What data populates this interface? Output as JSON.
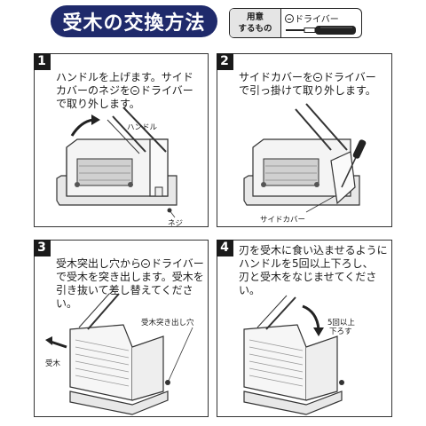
{
  "title": "受木の交換方法",
  "tools": {
    "label_line1": "用意",
    "label_line2": "するもの",
    "tool_name": "ドライバー"
  },
  "steps": [
    {
      "number": "1",
      "text": "ハンドルを上げます。サイド\nカバーのネジを",
      "text_tool": "ドライバー",
      "text_tail": "\nで取り外します。",
      "labels": {
        "handle": "ハンドル",
        "screw": "ネジ"
      }
    },
    {
      "number": "2",
      "text": "サイドカバーを",
      "text_tool": "ドライバー",
      "text_tail": "\nで引っ掛けて取り外します。",
      "labels": {
        "side_cover": "サイドカバー"
      }
    },
    {
      "number": "3",
      "text": "受木突出し穴から",
      "text_tool": "ドライバー",
      "text_tail": "\nで受木を突き出します。受木を\n引き抜いて差し替えてください。",
      "labels": {
        "hole": "受木突き出し穴",
        "ukegi": "受木"
      }
    },
    {
      "number": "4",
      "text": "刃を受木に食い込ませるように\nハンドルを5回以上下ろし、\n刃と受木をなじませてください。",
      "labels": {
        "five_times_line1": "5回以上",
        "five_times_line2": "下ろす"
      }
    }
  ]
}
